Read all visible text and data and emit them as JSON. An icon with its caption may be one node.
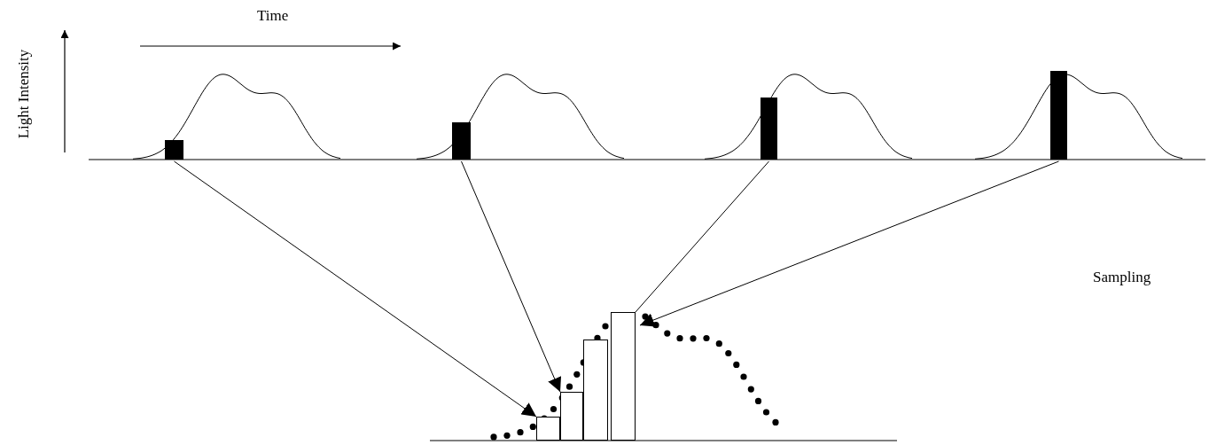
{
  "diagram": {
    "nodes": [
      {
        "text": [],
        "shape": "bar"
      },
      {
        "text": [],
        "shape": "bar"
      },
      {
        "text": [],
        "shape": "bar"
      },
      {
        "text": [],
        "shape": "bar"
      },
      {
        "text": [],
        "shape": "bar"
      },
      {
        "text": [],
        "shape": "bar"
      },
      {
        "text": [],
        "shape": "bar"
      },
      {
        "text": [],
        "shape": "bar"
      }
    ],
    "edges": [
      {
        "from": 0,
        "to": 4,
        "arrow": "to"
      },
      {
        "from": 1,
        "to": 5,
        "arrow": "to"
      },
      {
        "from": 2,
        "to": 7,
        "arrow": "none"
      },
      {
        "from": 3,
        "to": 7,
        "arrow": "to"
      }
    ],
    "labels": [
      "Time",
      "Light Intensity",
      "Sampling"
    ]
  }
}
